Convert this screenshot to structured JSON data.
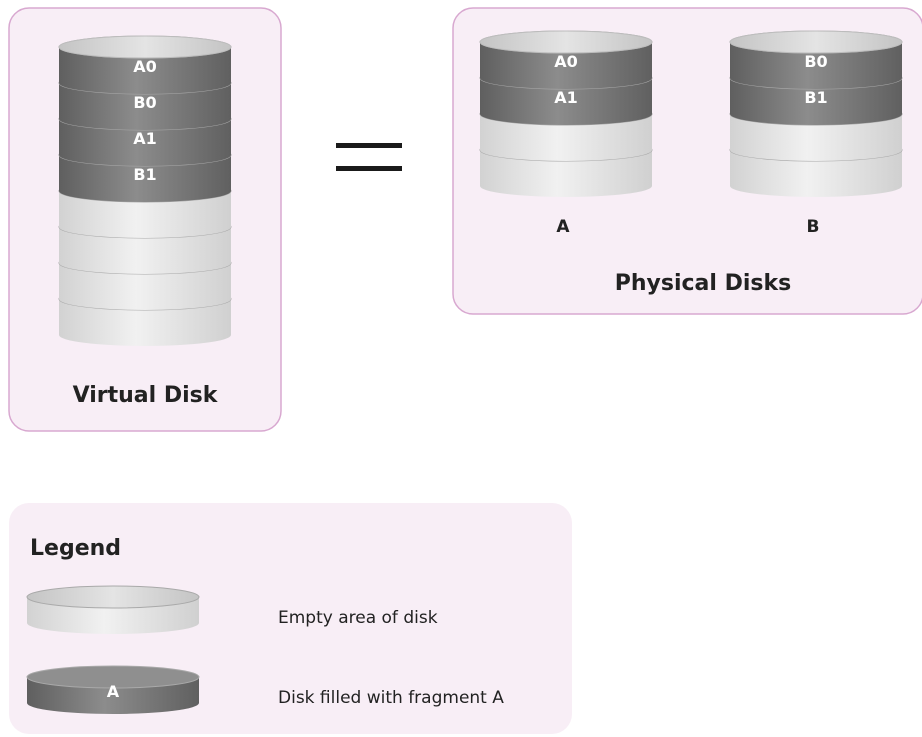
{
  "virtual_disk": {
    "caption": "Virtual Disk",
    "filled_slices": [
      "A0",
      "B0",
      "A1",
      "B1"
    ],
    "empty_slices": 4
  },
  "equals_symbol": "=",
  "physical_disks": {
    "caption": "Physical Disks",
    "disks": [
      {
        "name": "A",
        "filled_slices": [
          "A0",
          "A1"
        ],
        "empty_slices": 2
      },
      {
        "name": "B",
        "filled_slices": [
          "B0",
          "B1"
        ],
        "empty_slices": 2
      }
    ]
  },
  "legend": {
    "title": "Legend",
    "items": [
      {
        "kind": "empty",
        "label": "",
        "description": "Empty area of disk"
      },
      {
        "kind": "filled",
        "label": "A",
        "description": "Disk filled with fragment A"
      }
    ]
  },
  "colors": {
    "panel_fill": "#f8eef6",
    "panel_border": "#d8a8d0",
    "filled_dark": "#6a6a6a",
    "filled_mid": "#8a8a8a",
    "empty_light": "#e6e6e6",
    "empty_top": "#d0d0d0",
    "separator": "#b4b4b4"
  }
}
